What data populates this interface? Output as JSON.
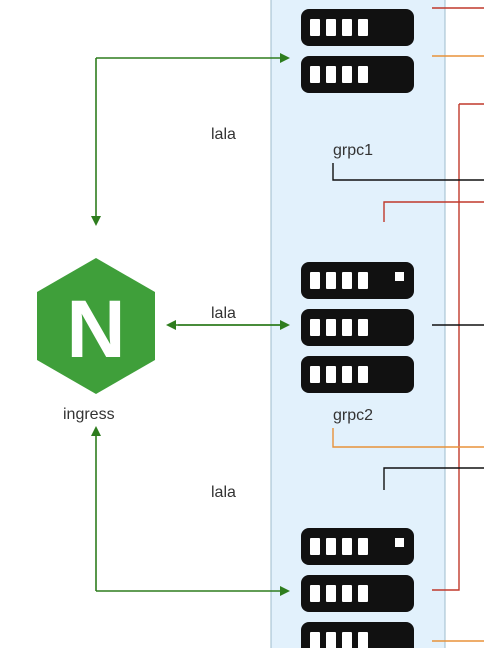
{
  "nodes": {
    "ingress": {
      "label": "ingress",
      "icon": "nginx-hexagon-icon",
      "letter": "N"
    },
    "grpc1": {
      "label": "grpc1",
      "icon": "server-stack-icon"
    },
    "grpc2": {
      "label": "grpc2",
      "icon": "server-stack-icon"
    }
  },
  "edges": {
    "edge1_label": "lala",
    "edge2_label": "lala",
    "edge3_label": "lala"
  },
  "colors": {
    "arrow": "#2e7d1e",
    "nginx": "#3f9f3a",
    "panel_fill": "#dcefff",
    "panel_border": "#8fb3c8",
    "line_red": "#c0392b",
    "line_orange": "#e8923a",
    "line_black": "#111111",
    "server": "#111111"
  }
}
